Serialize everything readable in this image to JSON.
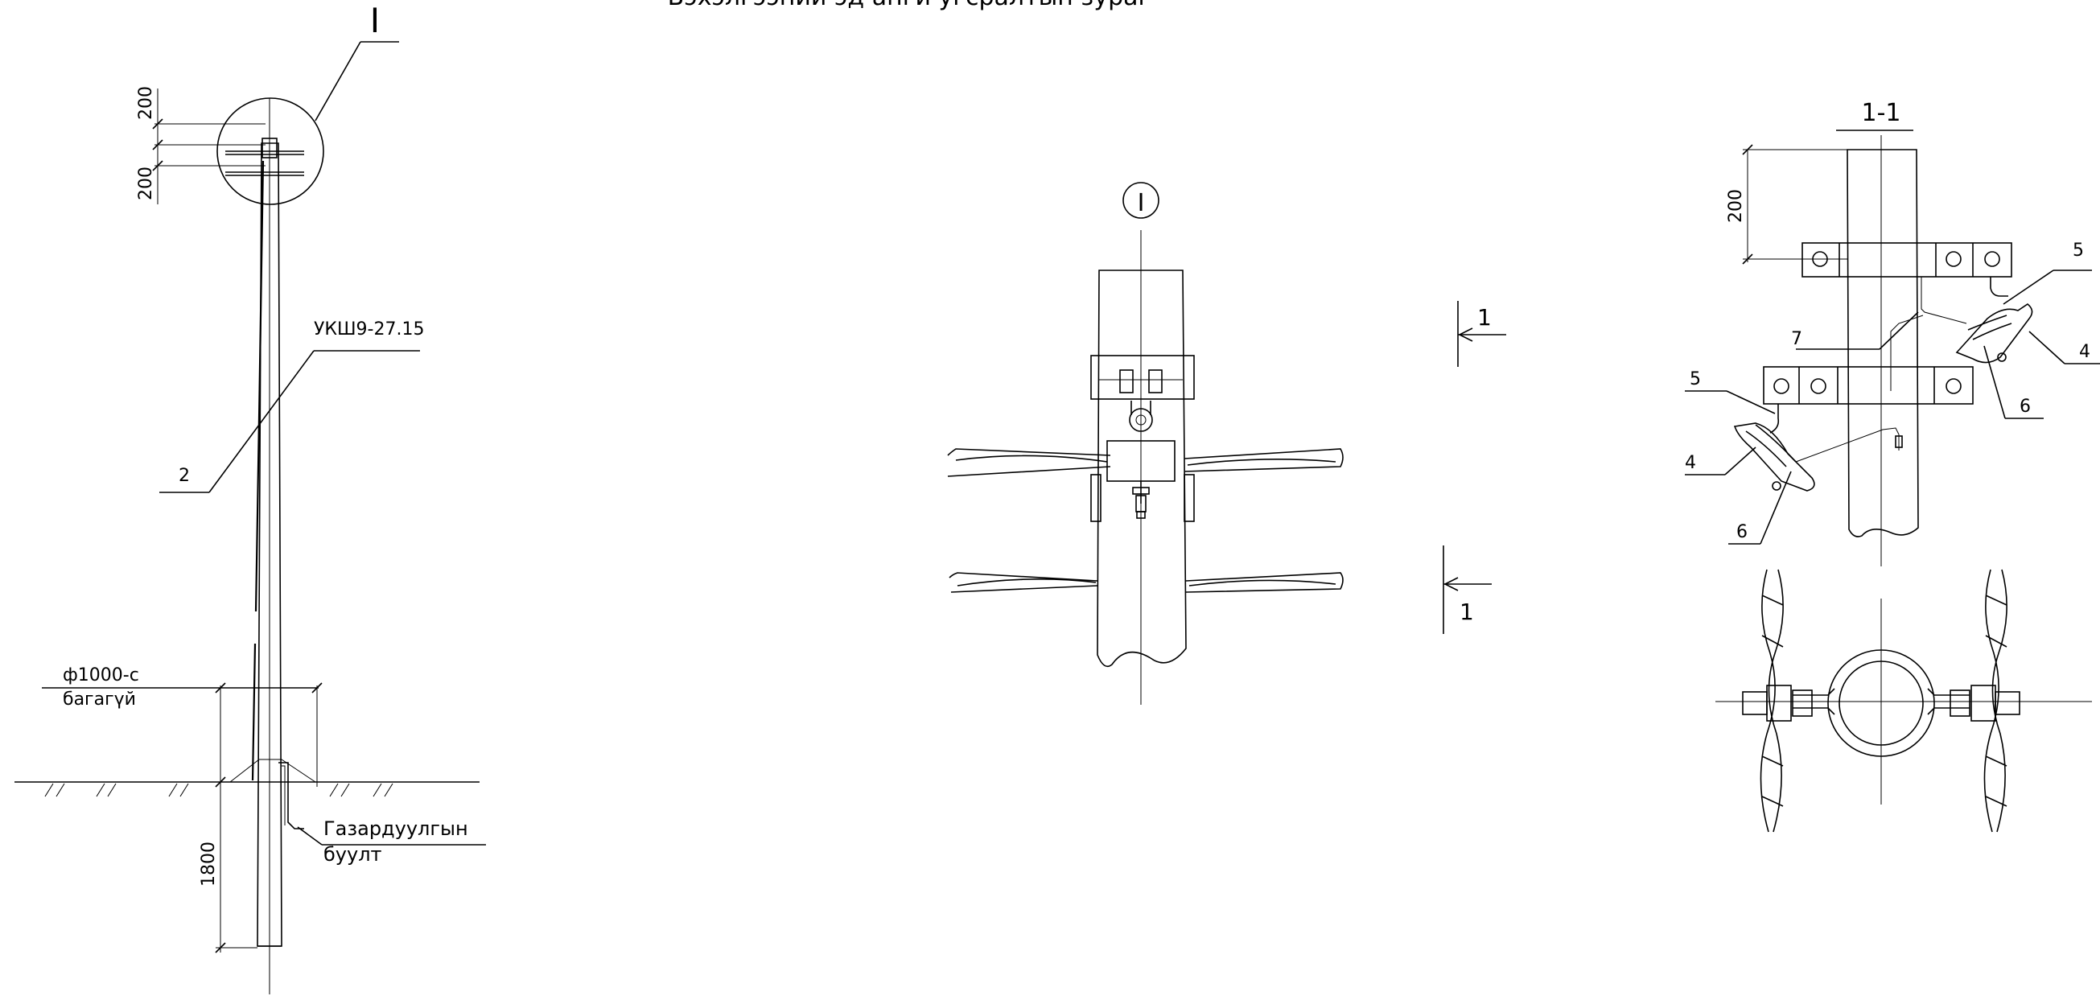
{
  "drawing": {
    "header_title": "Бэхэлгээний эд анги угсралтын зураг",
    "background_color": "#ffffff",
    "line_color": "#000000"
  },
  "pole_view": {
    "detail_callout": "I",
    "dim_top_1": "200",
    "dim_top_2": "200",
    "pole_label": "УКШ9-27.15",
    "pole_callout_number": "2",
    "footing_label_1": "ф1000-с",
    "footing_label_2": "багагүй",
    "grounding_label_1": "Газардуулгын",
    "grounding_label_2": "буулт",
    "dim_depth": "1800"
  },
  "detail_view": {
    "detail_marker": "I",
    "section_mark_top": "1",
    "section_mark_bottom": "1"
  },
  "section_view": {
    "section_title": "1-1",
    "dim_height": "200",
    "callout_5_right": "5",
    "callout_4_right": "4",
    "callout_6_right": "6",
    "callout_7": "7",
    "callout_5_left": "5",
    "callout_4_left": "4",
    "callout_6_left": "6"
  }
}
